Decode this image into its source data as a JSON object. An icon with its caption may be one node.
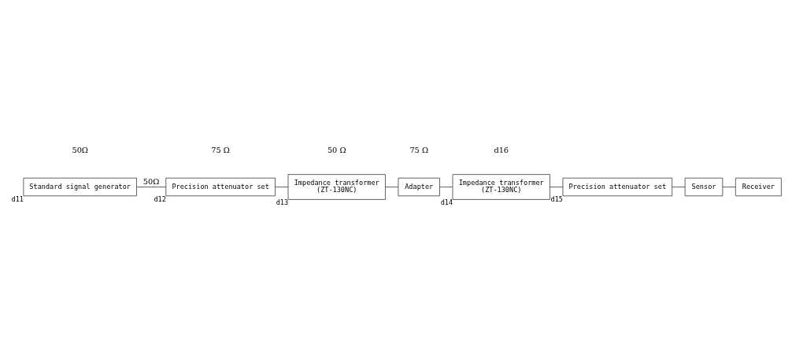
{
  "diagram": {
    "nodes": [
      {
        "text": [
          "Standard signal generator"
        ],
        "beside": [
          "d11"
        ]
      },
      {
        "text": [
          "Precision attenuator set"
        ],
        "beside": [
          "d12"
        ]
      },
      {
        "text": [
          "Impedance transformer",
          "(ZT-130NC)"
        ],
        "beside": [
          "d13"
        ]
      },
      {
        "text": [
          "Adapter"
        ]
      },
      {
        "text": [
          "Impedance transformer",
          "(ZT-130NC)"
        ],
        "beside": [
          "d14"
        ]
      },
      {
        "text": [
          "Precision attenuator set"
        ],
        "beside": [
          "d15"
        ]
      },
      {
        "text": [
          "Sensor"
        ]
      },
      {
        "text": [
          "Receiver"
        ]
      }
    ],
    "edges": [
      {
        "from": 0,
        "to": 1,
        "arrow": "none",
        "label": "50Ω"
      },
      {
        "from": 1,
        "to": 2,
        "arrow": "none"
      },
      {
        "from": 2,
        "to": 3,
        "arrow": "none"
      },
      {
        "from": 3,
        "to": 4,
        "arrow": "none"
      },
      {
        "from": 4,
        "to": 5,
        "arrow": "none"
      },
      {
        "from": 5,
        "to": 6,
        "arrow": "none"
      },
      {
        "from": 6,
        "to": 7,
        "arrow": "none"
      }
    ],
    "labels": [
      "50Ω",
      "75 Ω",
      "50 Ω",
      "75 Ω",
      "d16"
    ]
  }
}
